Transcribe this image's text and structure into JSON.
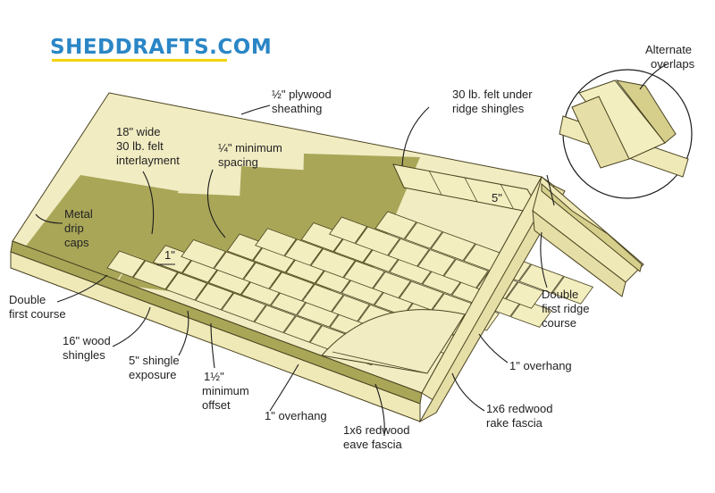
{
  "brand": {
    "logo_text": "SHEDDRAFTS.COM",
    "underline_color": "#f2d40a",
    "logo_color": "#2a86c6"
  },
  "colors": {
    "felt": "#a9a658",
    "sheathing": "#f1ecc2",
    "wood": "#efe9b8",
    "outline": "#4a4320"
  },
  "labels": {
    "plywood": [
      "½\" plywood",
      "sheathing"
    ],
    "felt_under_ridge": [
      "30 lb. felt under",
      "ridge shingles"
    ],
    "alternate_overlaps": [
      "Alternate",
      "overlaps"
    ],
    "felt_interlayment": [
      "18\" wide",
      "30 lb. felt",
      "interlayment"
    ],
    "min_spacing": [
      "¼\" minimum",
      "spacing"
    ],
    "drip_caps": [
      "Metal",
      "drip",
      "caps"
    ],
    "double_first_course": [
      "Double",
      "first course"
    ],
    "wood_shingles": [
      "16\" wood",
      "shingles"
    ],
    "shingle_exposure": [
      "5\" shingle",
      "exposure"
    ],
    "min_offset": [
      "1½\"",
      "minimum",
      "offset"
    ],
    "overhang_eave": [
      "1\" overhang"
    ],
    "eave_fascia": [
      "1x6 redwood",
      "eave fascia"
    ],
    "rake_fascia": [
      "1x6 redwood",
      "rake fascia"
    ],
    "overhang_rake": [
      "1\" overhang"
    ],
    "double_ridge_course": [
      "Double",
      "first ridge",
      "course"
    ],
    "dim_one_inch": "1\"",
    "dim_five_inch": "5\""
  }
}
